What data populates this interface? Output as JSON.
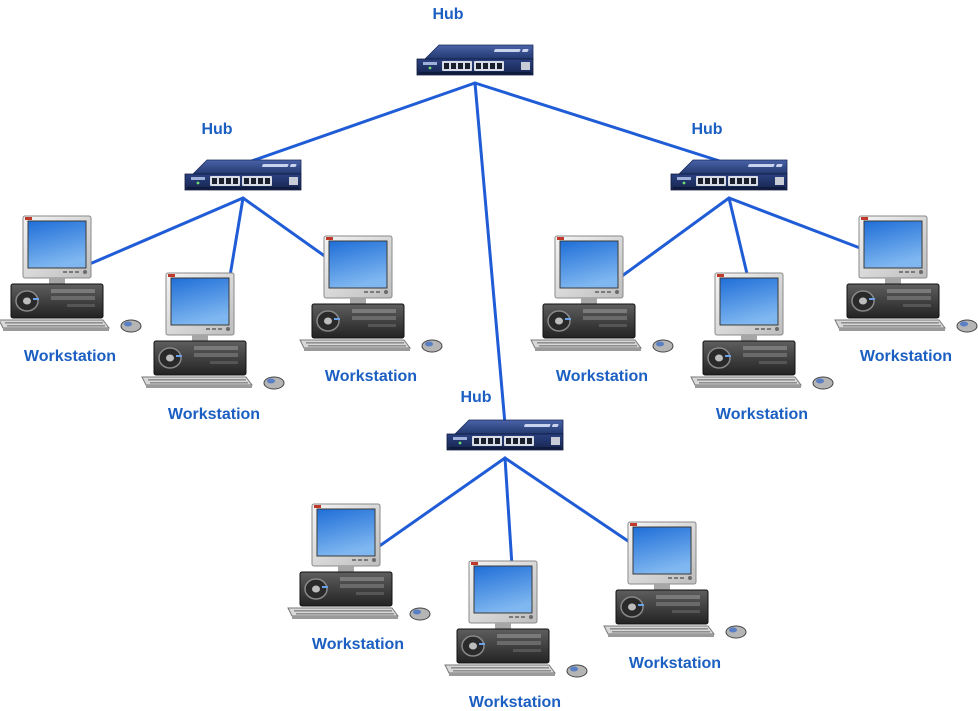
{
  "diagram": {
    "type": "network-tree",
    "link_color": "#1f5cd6",
    "label_color": "#1c5fc2",
    "hubs": [
      {
        "id": "hub-root",
        "label": "Hub"
      },
      {
        "id": "hub-left",
        "label": "Hub"
      },
      {
        "id": "hub-right",
        "label": "Hub"
      },
      {
        "id": "hub-bottom",
        "label": "Hub"
      }
    ],
    "workstations": [
      {
        "id": "ws-l1",
        "label": "Workstation"
      },
      {
        "id": "ws-l2",
        "label": "Workstation"
      },
      {
        "id": "ws-l3",
        "label": "Workstation"
      },
      {
        "id": "ws-r1",
        "label": "Workstation"
      },
      {
        "id": "ws-r2",
        "label": "Workstation"
      },
      {
        "id": "ws-r3",
        "label": "Workstation"
      },
      {
        "id": "ws-b1",
        "label": "Workstation"
      },
      {
        "id": "ws-b2",
        "label": "Workstation"
      },
      {
        "id": "ws-b3",
        "label": "Workstation"
      }
    ],
    "links": [
      [
        "hub-root",
        "hub-left"
      ],
      [
        "hub-root",
        "hub-right"
      ],
      [
        "hub-root",
        "hub-bottom"
      ],
      [
        "hub-left",
        "ws-l1"
      ],
      [
        "hub-left",
        "ws-l2"
      ],
      [
        "hub-left",
        "ws-l3"
      ],
      [
        "hub-right",
        "ws-r1"
      ],
      [
        "hub-right",
        "ws-r2"
      ],
      [
        "hub-right",
        "ws-r3"
      ],
      [
        "hub-bottom",
        "ws-b1"
      ],
      [
        "hub-bottom",
        "ws-b2"
      ],
      [
        "hub-bottom",
        "ws-b3"
      ]
    ]
  }
}
